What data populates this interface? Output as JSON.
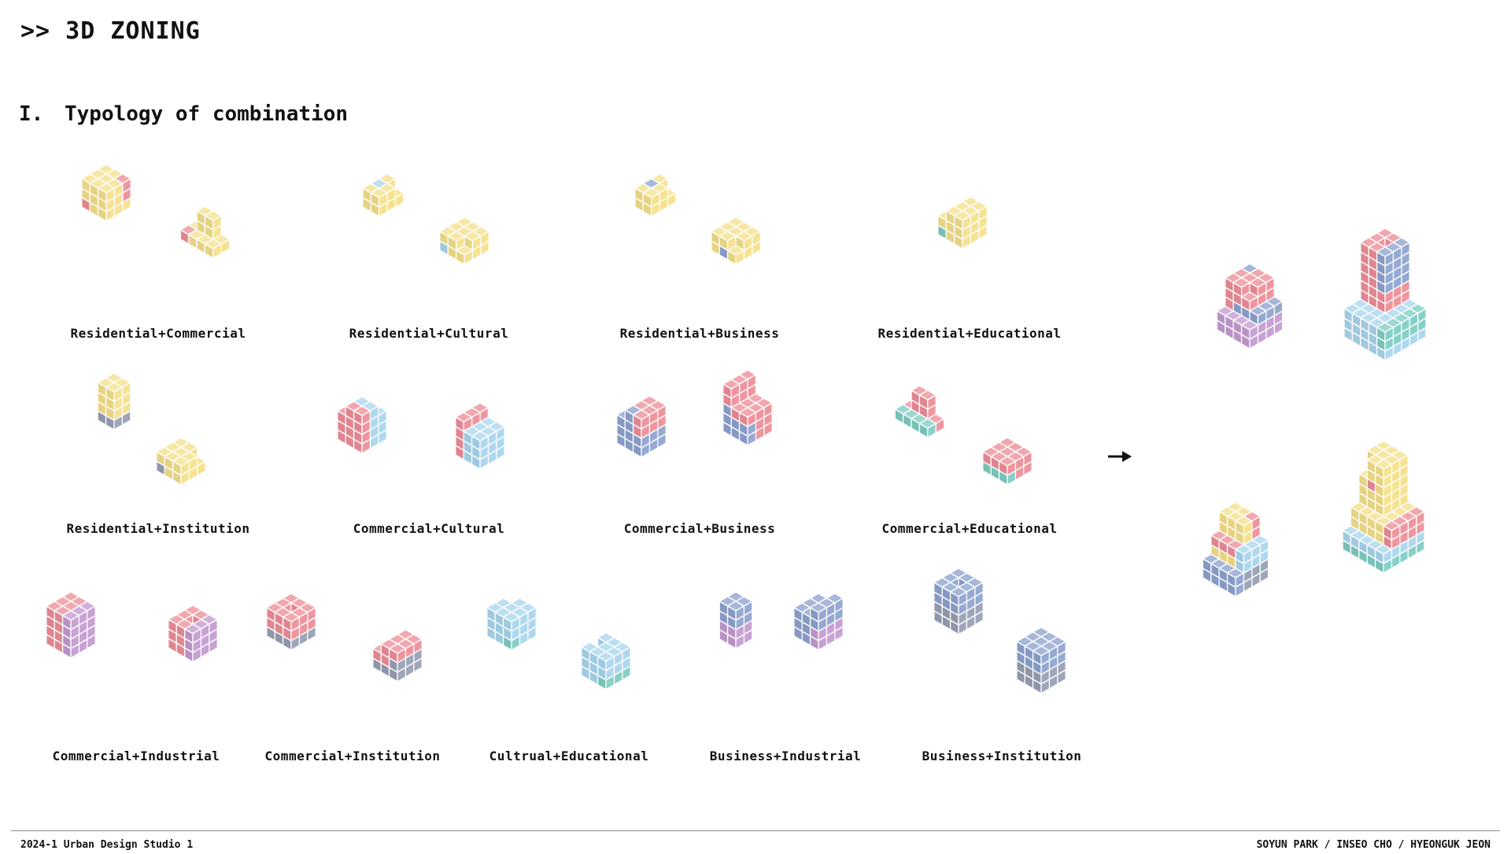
{
  "header": {
    "title": ">> 3D ZONING"
  },
  "section": {
    "number": "I.",
    "title": "Typology of combination"
  },
  "labels": [
    "Residential+Commercial",
    "Residential+Cultural",
    "Residential+Business",
    "Residential+Educational",
    "Residential+Institution",
    "Commercial+Cultural",
    "Commercial+Business",
    "Commercial+Educational",
    "Commercial+Industrial",
    "Commercial+Institution",
    "Cultrual+Educational",
    "Business+Industrial",
    "Business+Institution"
  ],
  "footer": {
    "left": "2024-1 Urban Design Studio 1",
    "right": "SOYUN PARK / INSEO CHO / HYEONGUK JEON"
  },
  "colors": {
    "residential": "#f5e08a",
    "commercial": "#ee8e98",
    "cultural": "#a9d6ee",
    "business": "#8ea3cf",
    "educational": "#7fcdc3",
    "institution": "#98a0b4",
    "industrial": "#c49bd2"
  },
  "icons": {
    "arrow": "right-arrow-icon"
  }
}
